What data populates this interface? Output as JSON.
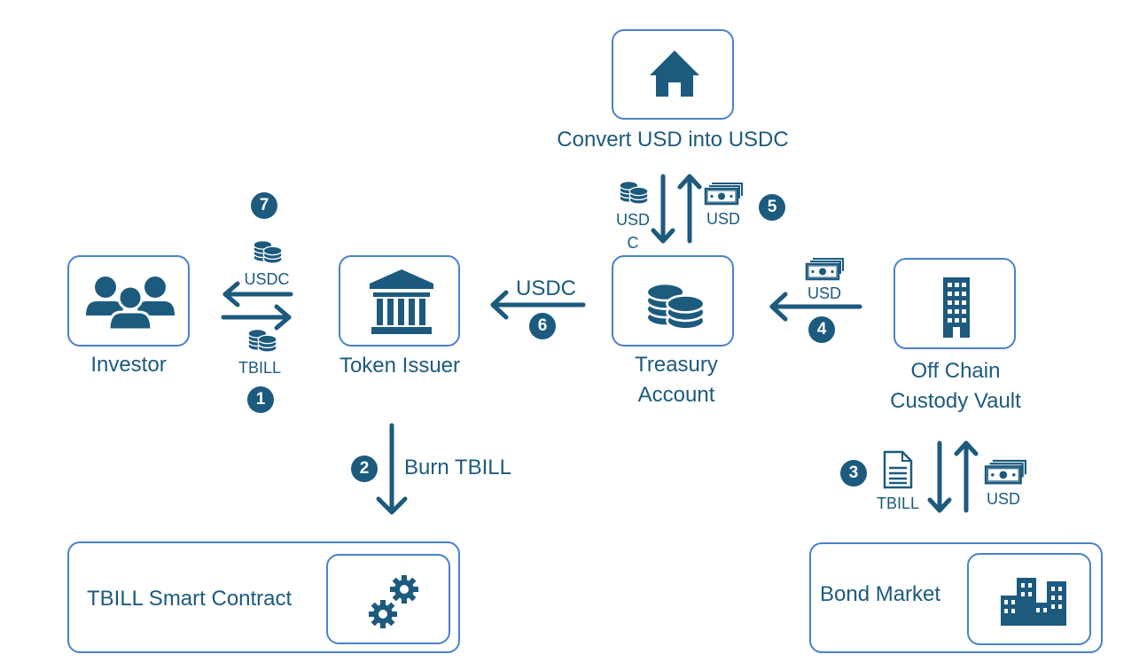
{
  "nodes": {
    "investor": "Investor",
    "token_issuer": "Token Issuer",
    "convert": "Convert USD into USDC",
    "treasury_line1": "Treasury",
    "treasury_line2": "Account",
    "custody_line1": "Off Chain",
    "custody_line2": "Custody Vault",
    "smart_contract": "TBILL Smart Contract",
    "bond_market": "Bond Market"
  },
  "edges": {
    "inv_usdc": "USDC",
    "inv_tbill": "TBILL",
    "burn": "Burn TBILL",
    "issuer_usdc": "USDC",
    "conv_usdc_line1": "USD",
    "conv_usdc_line2": "C",
    "conv_usd": "USD",
    "custody_usd": "USD",
    "bond_tbill": "TBILL",
    "bond_usd": "USD"
  },
  "steps": [
    "1",
    "2",
    "3",
    "4",
    "5",
    "6",
    "7"
  ],
  "colors": {
    "primary": "#1c5a7e",
    "border": "#4a82c9"
  },
  "icons": [
    "people-icon",
    "bank-icon",
    "house-icon",
    "coins-icon",
    "tower-icon",
    "gears-icon",
    "city-icon",
    "document-icon",
    "banknote-icon"
  ]
}
